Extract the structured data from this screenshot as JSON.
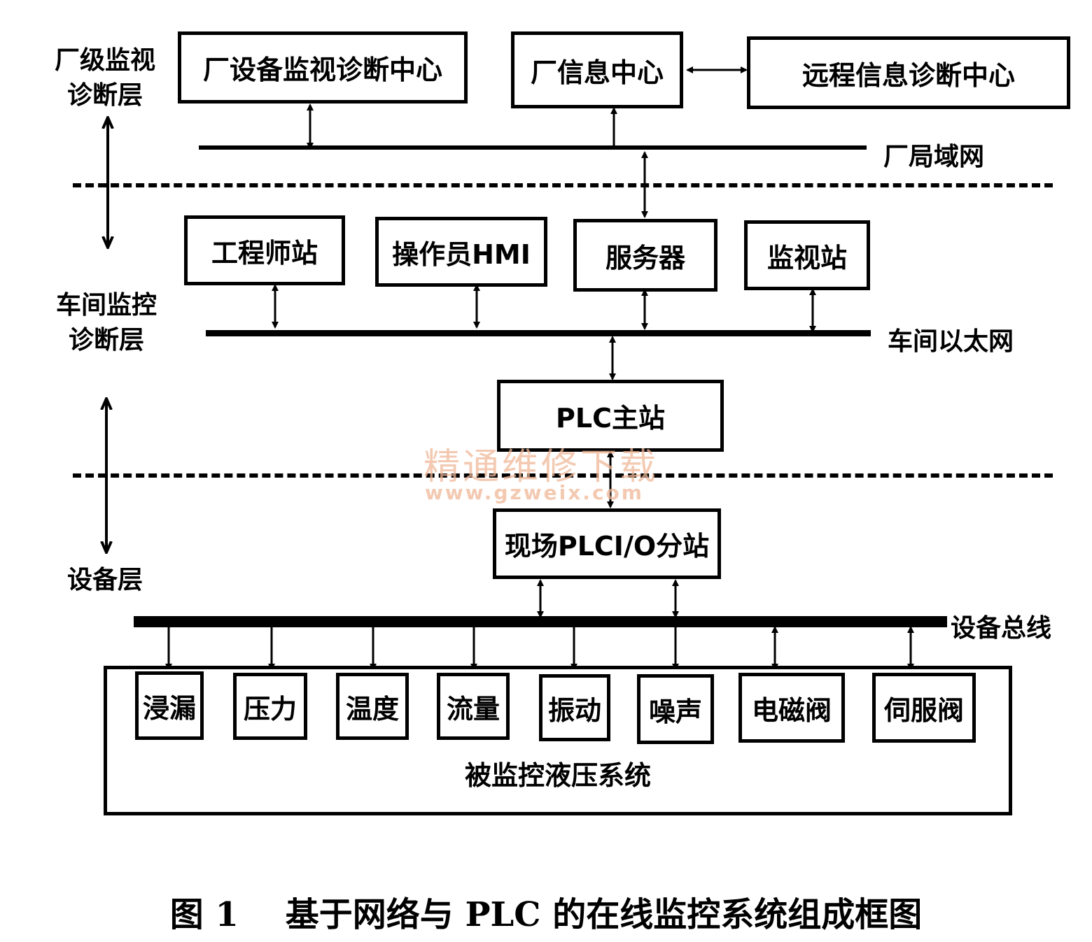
{
  "layers": {
    "plant": "厂级监视诊断层",
    "plant_line1": "厂级监视",
    "plant_line2": "诊断层",
    "workshop_line1": "车间监控",
    "workshop_line2": "诊断层",
    "device": "设备层"
  },
  "plant_level": {
    "equipment_center": "厂设备监视诊断中心",
    "info_center": "厂信息中心",
    "remote_center": "远程信息诊断中心",
    "network": "厂局域网"
  },
  "workshop_level": {
    "engineer_station": "工程师站",
    "operator_hmi": "操作员HMI",
    "server": "服务器",
    "monitor_station": "监视站",
    "network": "车间以太网",
    "plc_master": "PLC主站"
  },
  "device_level": {
    "io_substation": "现场PLCI/O分站",
    "bus": "设备总线",
    "sensors": [
      "浸漏",
      "压力",
      "温度",
      "流量",
      "振动",
      "噪声",
      "电磁阀",
      "伺服阀"
    ],
    "system": "被监控液压系统"
  },
  "caption": "图 1    基于网络与 PLC 的在线监控系统组成框图",
  "watermark": {
    "text": "精通维修下载",
    "url": "www.gzweix.com"
  }
}
